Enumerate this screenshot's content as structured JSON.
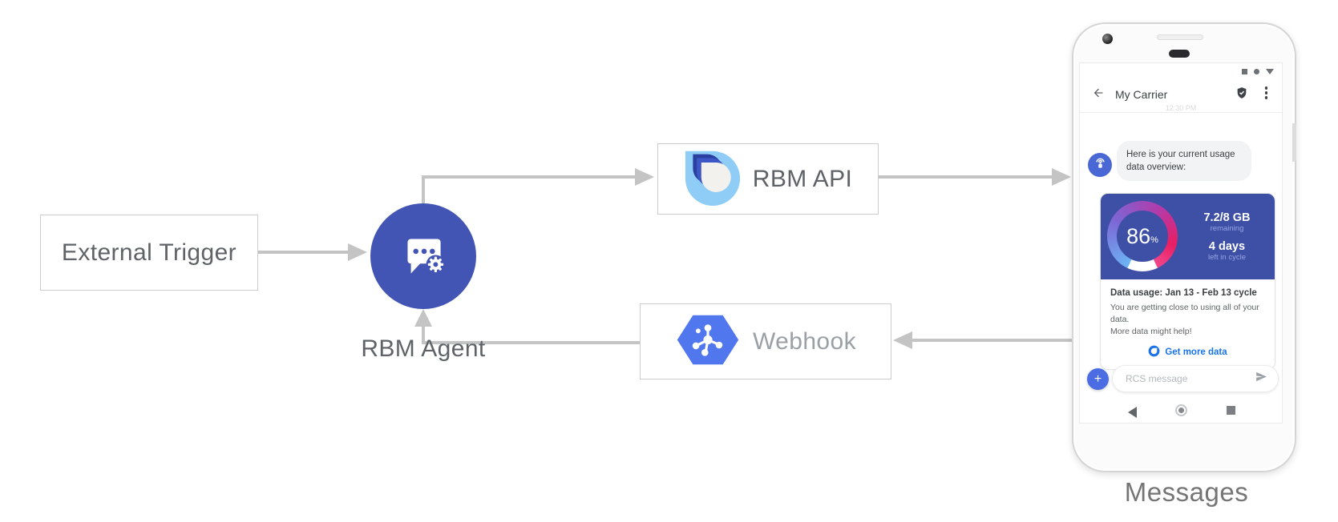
{
  "diagram": {
    "external_trigger": "External Trigger",
    "rbm_agent": "RBM Agent",
    "rbm_api": "RBM API",
    "webhook": "Webhook",
    "phone_caption": "Messages",
    "colors": {
      "arrow": "#c4c4c4",
      "agent_circle": "#4355b4",
      "box_border": "#cbcbcb",
      "label_dark": "#5f6368",
      "label_light": "#9aa0a6",
      "api_logo_light_blue": "#8fcdf6",
      "api_logo_navy": "#2a3f9f",
      "webhook_hexagon": "#5177ee"
    }
  },
  "phone": {
    "header": {
      "title": "My Carrier"
    },
    "timestamp": "12:30 PM",
    "chat_bubble": "Here is your current usage data overview:",
    "usage_banner": {
      "percent_value": "86",
      "percent_unit": "%",
      "amount": "7.2/8 GB",
      "amount_caption": "remaining",
      "days": "4 days",
      "days_caption": "left in cycle",
      "banner_color": "#3e4fa6",
      "gauge_colors": [
        "#6cb4f5",
        "#7d66d4",
        "#b13cab",
        "#e91e63",
        "#ffffff"
      ]
    },
    "usage_details": {
      "title": "Data usage: Jan 13 - Feb 13 cycle",
      "line1": "You are getting close to using all of your data.",
      "line2": "More data might help!",
      "action": "Get more data",
      "link_color": "#1a73e8"
    },
    "compose": {
      "plus": "+",
      "placeholder": "RCS message"
    }
  }
}
